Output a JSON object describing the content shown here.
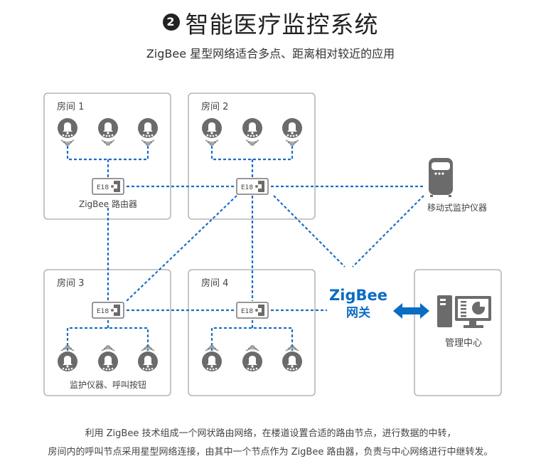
{
  "header": {
    "number": "2",
    "title": "智能医疗监控系统",
    "subtitle": "ZigBee 星型网络适合多点、距离相对较近的应用"
  },
  "rooms": [
    {
      "label": "房间 1",
      "caption": "ZigBee 路由器"
    },
    {
      "label": "房间 2"
    },
    {
      "label": "房间 3",
      "caption": "监护仪器、呼叫按钮"
    },
    {
      "label": "房间 4"
    }
  ],
  "router_label": "E18",
  "mobile_monitor": {
    "label": "移动式监护仪器",
    "icon": "portable-monitor-icon"
  },
  "gateway": {
    "line1": "ZigBee",
    "line2": "网关"
  },
  "management": {
    "label": "管理中心",
    "icon": "computer-dashboard-icon"
  },
  "footer": {
    "line1": "利用 ZigBee 技术组成一个网状路由网络，在楼道设置合适的路由节点，进行数据的中转，",
    "line2": "房间内的呼叫节点采用星型网络连接，由其中一个节点作为 ZigBee 路由器，负责与中心网络进行中继转发。"
  },
  "colors": {
    "link": "#1a6fc9",
    "accent": "#0b6cc4",
    "icon": "#666666",
    "border": "#a8a8a8"
  }
}
